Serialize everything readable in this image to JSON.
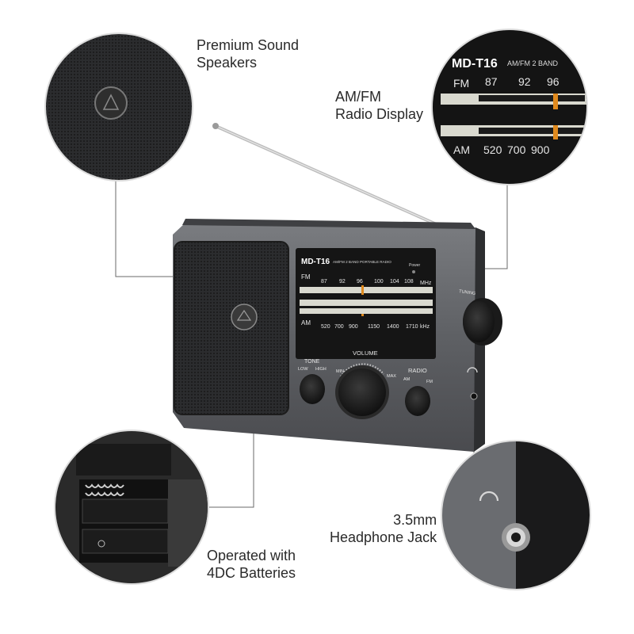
{
  "callouts": {
    "speaker": {
      "line1": "Premium Sound",
      "line2": "Speakers"
    },
    "display": {
      "line1": "AM/FM",
      "line2": "Radio Display"
    },
    "jack": {
      "line1": "3.5mm",
      "line2": "Headphone Jack"
    },
    "batteries": {
      "line1": "Operated with",
      "line2": "4DC Batteries"
    }
  },
  "radio": {
    "model": "MD-T16",
    "band_text": "AM/FM 2 BAND PORTABLE RADIO",
    "power_label": "Power",
    "tuning_label": "TUNING",
    "fm_label": "FM",
    "fm_unit": "MHz",
    "fm_scale": [
      "87",
      "92",
      "96",
      "100",
      "104",
      "108"
    ],
    "am_label": "AM",
    "am_unit": "kHz",
    "am_scale": [
      "520",
      "700",
      "900",
      "1150",
      "1400",
      "1710"
    ],
    "tone": {
      "title": "TONE",
      "low": "LOW",
      "high": "HIGH"
    },
    "volume": {
      "title": "VOLUME",
      "min": "MIN",
      "max": "MAX"
    },
    "radio_switch": {
      "title": "RADIO",
      "am": "AM",
      "fm": "FM"
    }
  },
  "zoom_display": {
    "model": "MD-T16",
    "band_text": "AM/FM 2 BAND",
    "fm_label": "FM",
    "fm_scale": [
      "87",
      "92",
      "96"
    ],
    "am_label": "AM",
    "am_scale": [
      "520",
      "700",
      "900"
    ]
  },
  "colors": {
    "body": "#5e6064",
    "panel": "#151515",
    "scale_strip": "#d9d9cf",
    "pointer": "#e08a1e"
  }
}
